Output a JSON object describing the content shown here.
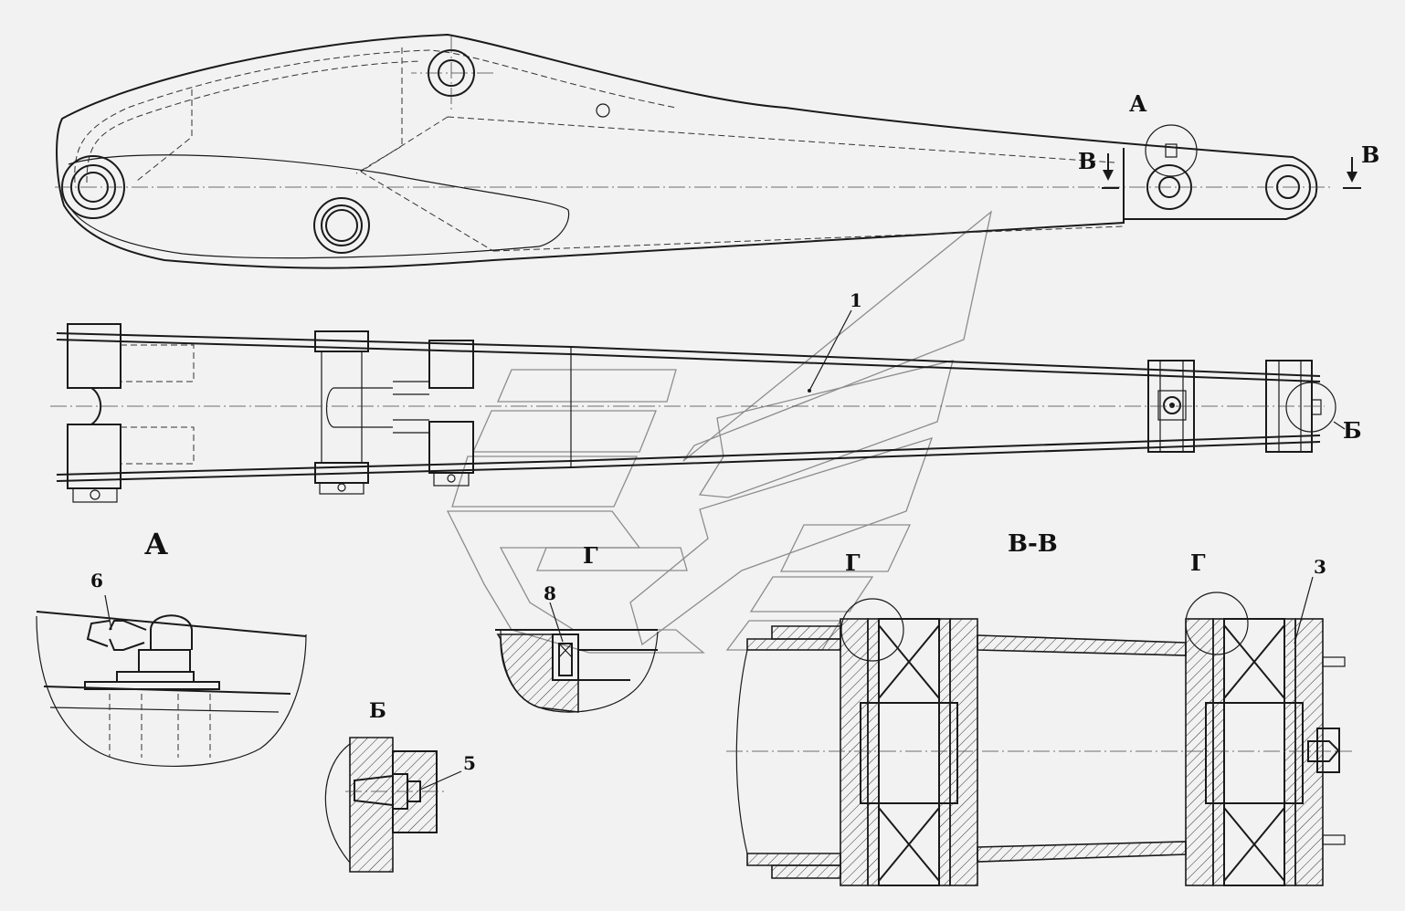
{
  "labels": {
    "detail_a_mark": "А",
    "section_b_left": "В",
    "section_b_right": "В",
    "detail_b_mark": "Б",
    "part_1": "1",
    "view_a_title": "А",
    "part_6": "6",
    "view_b_title": "Б",
    "part_5": "5",
    "view_g_title": "Г",
    "part_8": "8",
    "section_title": "В-В",
    "g_mark_left": "Г",
    "g_mark_right": "Г",
    "part_3": "3"
  }
}
